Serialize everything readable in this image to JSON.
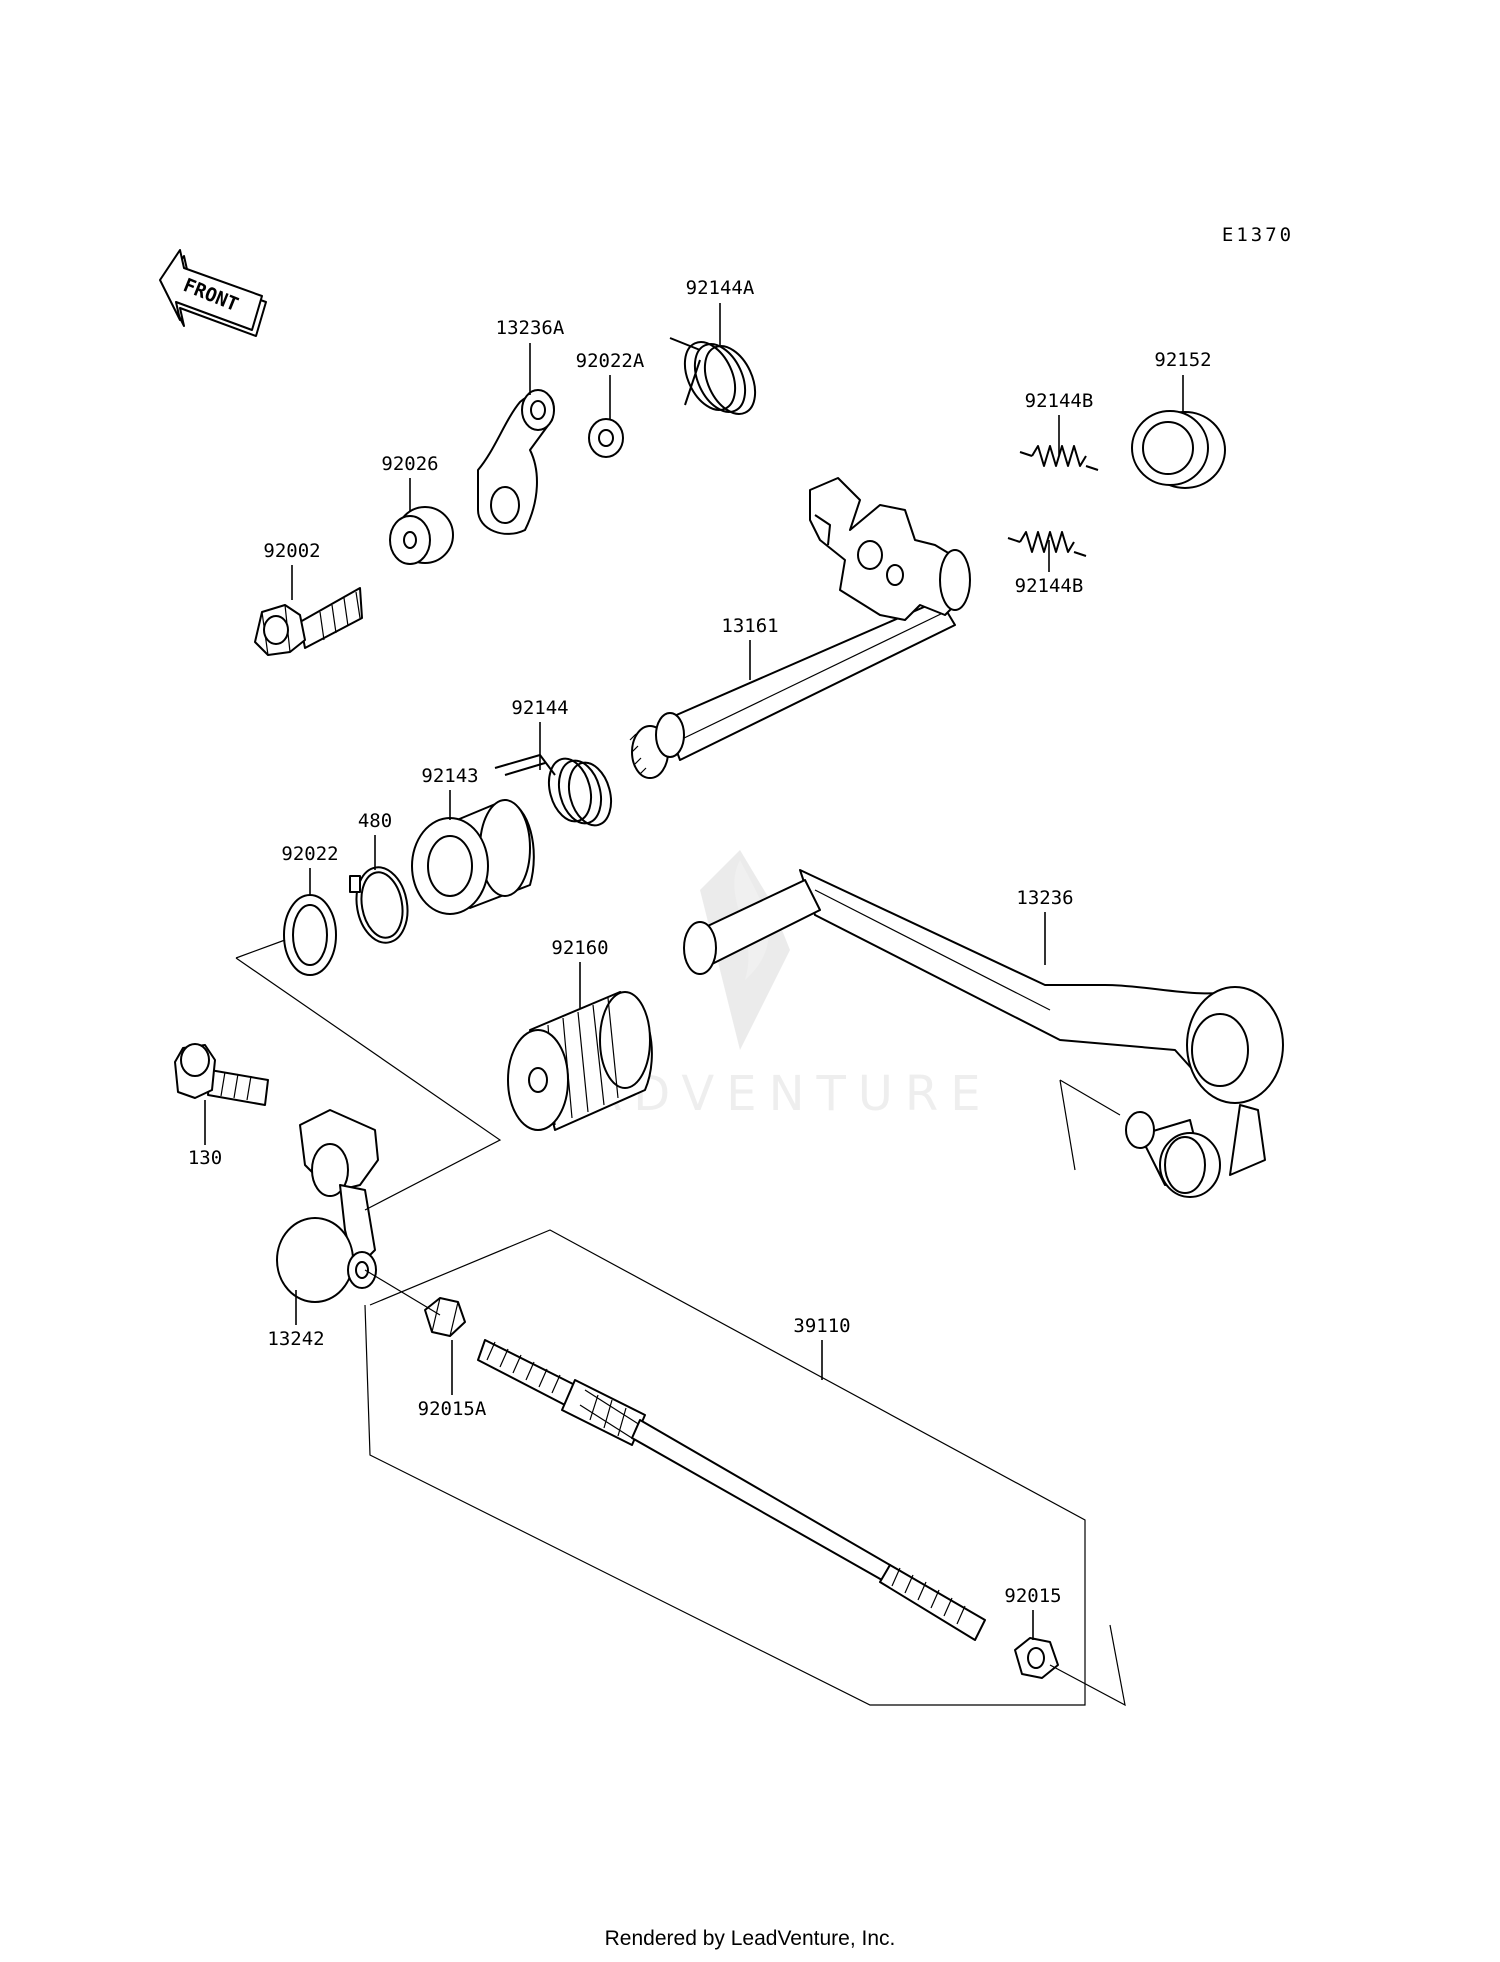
{
  "diagram": {
    "code": "E1370",
    "direction_label": "FRONT",
    "watermark": "LEADVENTURE",
    "footer": "Rendered by LeadVenture, Inc.",
    "callouts": [
      "92144A",
      "13236A",
      "92022A",
      "92152",
      "92144B",
      "92026",
      "92002",
      "92144B",
      "13161",
      "92144",
      "92143",
      "480",
      "92022",
      "13236",
      "92160",
      "130",
      "13242",
      "39110",
      "92015A",
      "92015"
    ]
  }
}
